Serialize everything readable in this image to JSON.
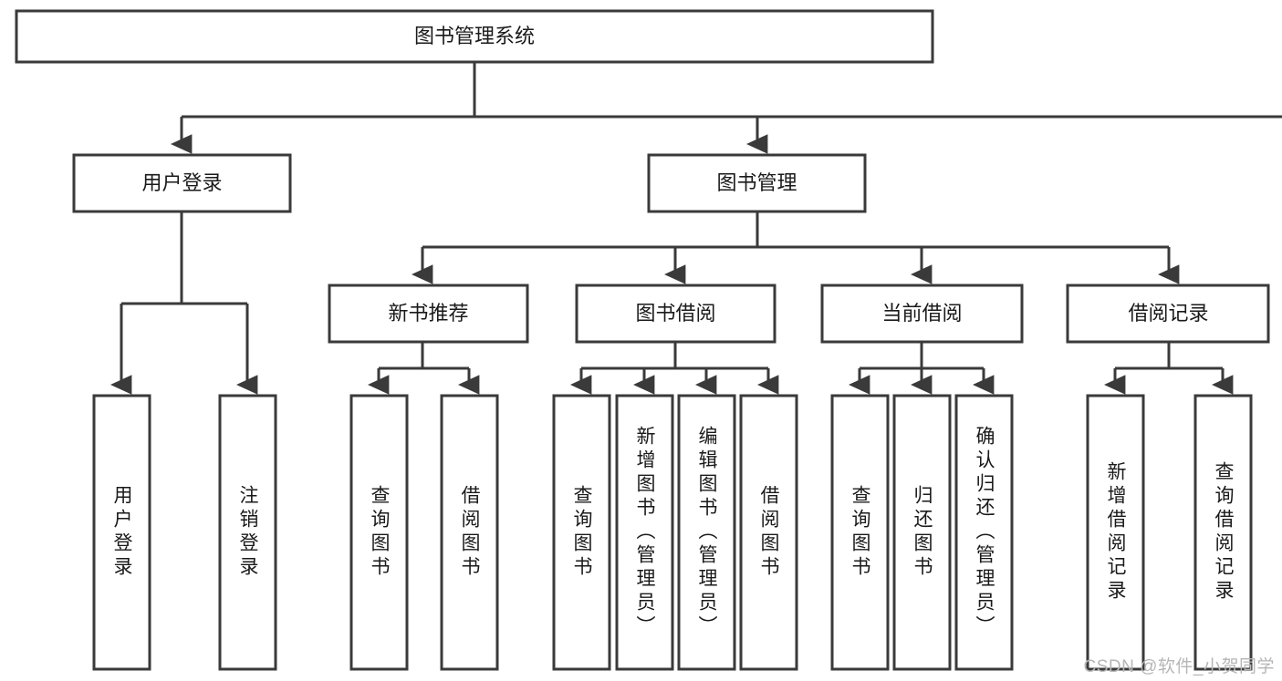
{
  "diagram": {
    "title": "图书管理系统",
    "type": "tree-hierarchy-chart",
    "watermark": "CSDN @软件_小贺同学",
    "colors": {
      "background": "#ffffff",
      "box_stroke": "#3a3a3a",
      "box_fill": "#ffffff",
      "text": "#1a1a1a",
      "connector": "#3a3a3a",
      "watermark": "#b6b6b6"
    },
    "root": {
      "label": "图书管理系统"
    },
    "level2": [
      {
        "label": "用户登录"
      },
      {
        "label": "图书管理"
      }
    ],
    "level3": [
      {
        "label": "新书推荐"
      },
      {
        "label": "图书借阅"
      },
      {
        "label": "当前借阅"
      },
      {
        "label": "借阅记录"
      }
    ],
    "leaves": {
      "user_login": [
        {
          "label": "用户登录"
        },
        {
          "label": "注销登录"
        }
      ],
      "new_book_recommend": [
        {
          "label": "查询图书"
        },
        {
          "label": "借阅图书"
        }
      ],
      "book_borrow": [
        {
          "label": "查询图书"
        },
        {
          "label": "新增图书（管理员）"
        },
        {
          "label": "编辑图书（管理员）"
        },
        {
          "label": "借阅图书"
        }
      ],
      "current_borrow": [
        {
          "label": "查询图书"
        },
        {
          "label": "归还图书"
        },
        {
          "label": "确认归还（管理员）"
        }
      ],
      "borrow_record": [
        {
          "label": "新增借阅记录"
        },
        {
          "label": "查询借阅记录"
        }
      ]
    }
  }
}
